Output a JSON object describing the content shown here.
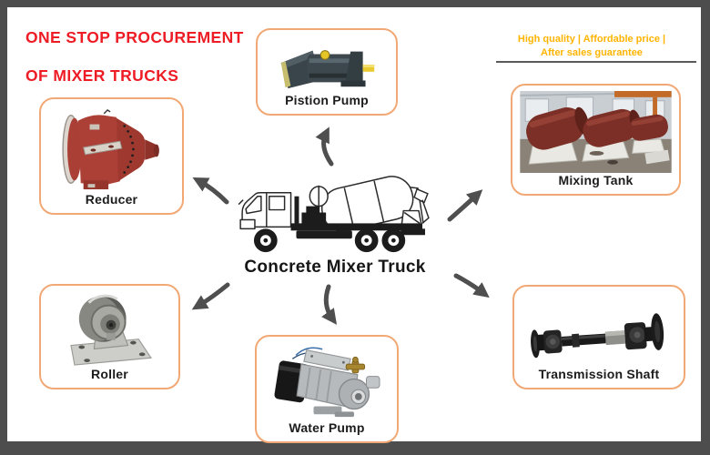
{
  "page": {
    "title_line1": "ONE STOP PROCUREMENT",
    "title_line2": "OF MIXER TRUCKS",
    "tagline_line1": "High quality | Affordable price |",
    "tagline_line2": "After sales guarantee",
    "center_label": "Concrete Mixer Truck"
  },
  "components": [
    {
      "id": "piston-pump",
      "label": "Pistion Pump"
    },
    {
      "id": "reducer",
      "label": "Reducer"
    },
    {
      "id": "mixing-tank",
      "label": "Mixing Tank"
    },
    {
      "id": "roller",
      "label": "Roller"
    },
    {
      "id": "water-pump",
      "label": "Water Pump"
    },
    {
      "id": "transmission-shaft",
      "label": "Transmission Shaft"
    }
  ],
  "colors": {
    "title_red": "#ee1c25",
    "tagline_amber": "#ffb400",
    "card_border_orange": "#f2a874",
    "arrow_gray": "#4f4f4f",
    "frame_gray": "#4d4d4d"
  }
}
